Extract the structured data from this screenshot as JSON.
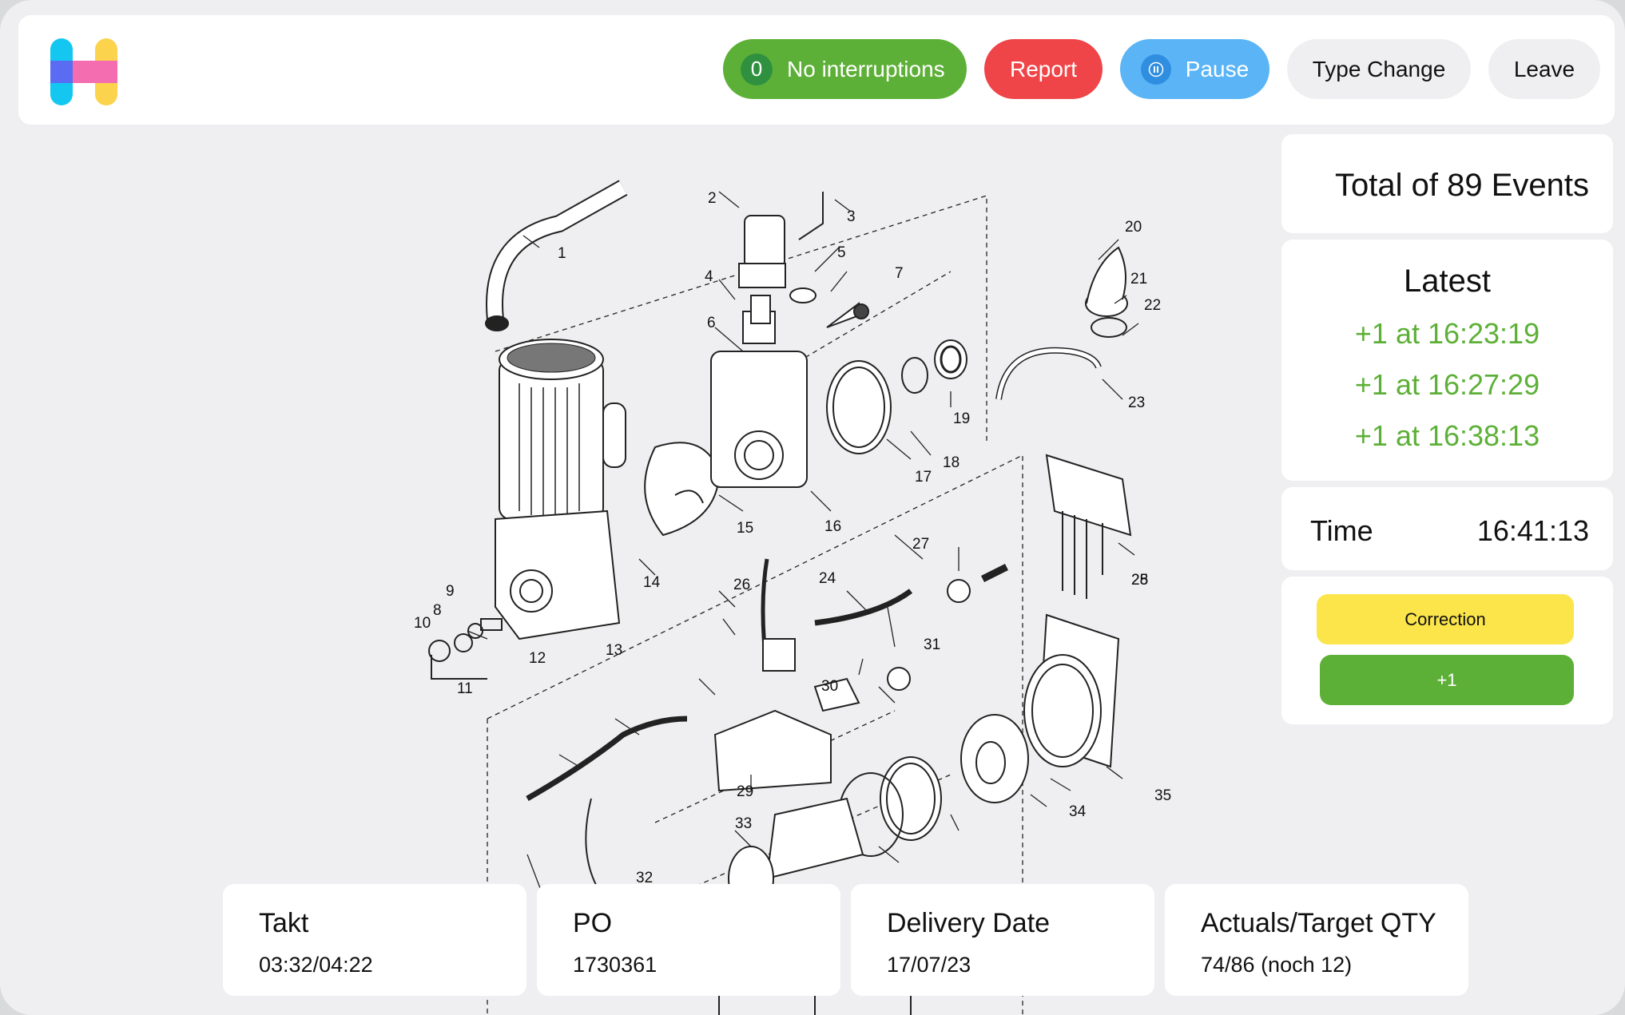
{
  "header": {
    "interruptions": {
      "count": "0",
      "label": "No interruptions"
    },
    "report_label": "Report",
    "pause_label": "Pause",
    "type_change_label": "Type Change",
    "leave_label": "Leave"
  },
  "diagram": {
    "part_numbers": [
      "1",
      "2",
      "3",
      "4",
      "5",
      "6",
      "7",
      "8",
      "9",
      "10",
      "11",
      "12",
      "13",
      "14",
      "15",
      "16",
      "17",
      "18",
      "19",
      "20",
      "21",
      "22",
      "23",
      "24",
      "25",
      "26",
      "27",
      "28",
      "29",
      "30",
      "31",
      "32",
      "33",
      "34",
      "35"
    ]
  },
  "panel": {
    "total": "Total of 89 Events",
    "latest_title": "Latest",
    "events": [
      "+1 at 16:23:19",
      "+1 at 16:27:29",
      "+1 at 16:38:13"
    ],
    "time_label": "Time",
    "time_value": "16:41:13",
    "correction_label": "Correction",
    "plus_label": "+1"
  },
  "info": {
    "takt": {
      "label": "Takt",
      "value": "03:32/04:22"
    },
    "po": {
      "label": "PO",
      "value": "1730361"
    },
    "delivery": {
      "label": "Delivery Date",
      "value": "17/07/23"
    },
    "qty": {
      "label": "Actuals/Target QTY",
      "value": "74/86 (noch 12)"
    }
  },
  "colors": {
    "green": "#5db037",
    "red": "#ef4448",
    "blue": "#5ab4f5",
    "yellow": "#fbe54b"
  }
}
